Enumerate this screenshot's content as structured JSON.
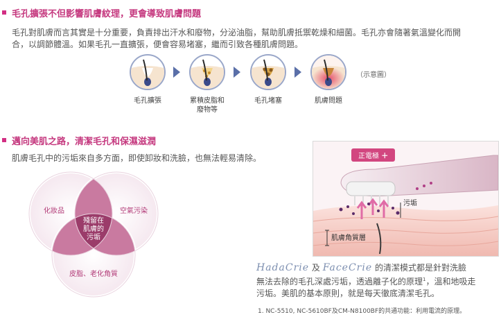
{
  "section1": {
    "title": "毛孔擴張不但影響肌膚紋理，更會導致肌膚問題",
    "paragraph_line1": "毛孔對肌膚而言其實是十分重要，負責排出汗水和廢物，分泌油脂，幫助肌膚抵禦乾燥和細菌。毛孔亦會隨著氣溫變化而開",
    "paragraph_line2": "合，以調節體溫。如果毛孔一直擴張，便會容易堵塞，繼而引致各種肌膚問題。",
    "steps": [
      {
        "label_line1": "毛孔擴張",
        "label_line2": ""
      },
      {
        "label_line1": "累積皮脂和",
        "label_line2": "廢物等"
      },
      {
        "label_line1": "毛孔堵塞",
        "label_line2": ""
      },
      {
        "label_line1": "肌膚問題",
        "label_line2": ""
      }
    ],
    "diagram_note": "（示意圖）"
  },
  "section2": {
    "title": "邁向美肌之路，清潔毛孔和保濕滋潤",
    "paragraph": "肌膚毛孔中的污垢來自多方面，即使卸妝和洗臉，也無法輕易清除。",
    "venn": {
      "left": "化妝品",
      "right": "空氣污染",
      "bottom": "皮脂、老化角質",
      "center_line1": "殘留在",
      "center_line2": "肌膚的",
      "center_line3": "污垢"
    },
    "illustration": {
      "electrode_label": "正電極",
      "plus_symbol": "＋",
      "dirt_label": "污垢",
      "layer_label": "肌膚角質層"
    },
    "brand1": "HadaCrie",
    "brand_connector": "及",
    "brand2": "FaceCrie",
    "desc_line1_tail": "的清潔模式都是針對洗臉",
    "desc_line2": "無法去除的毛孔深處污垢，透過離子化的原理",
    "desc_sup": "1",
    "desc_line2_tail": "，溫和地吸走",
    "desc_line3": "污垢。美肌的基本原則，就是每天徹底清潔毛孔。",
    "footnote": "1. NC-5510, NC-5610BF及CM-N8100BF的共通功能：利用電流的原理。"
  },
  "colors": {
    "accent": "#c5397f",
    "bullet": "#d22e83",
    "circle_border": "#9aa7c9",
    "arrow": "#5a6fa8",
    "venn_overlap": "#b8517f"
  }
}
